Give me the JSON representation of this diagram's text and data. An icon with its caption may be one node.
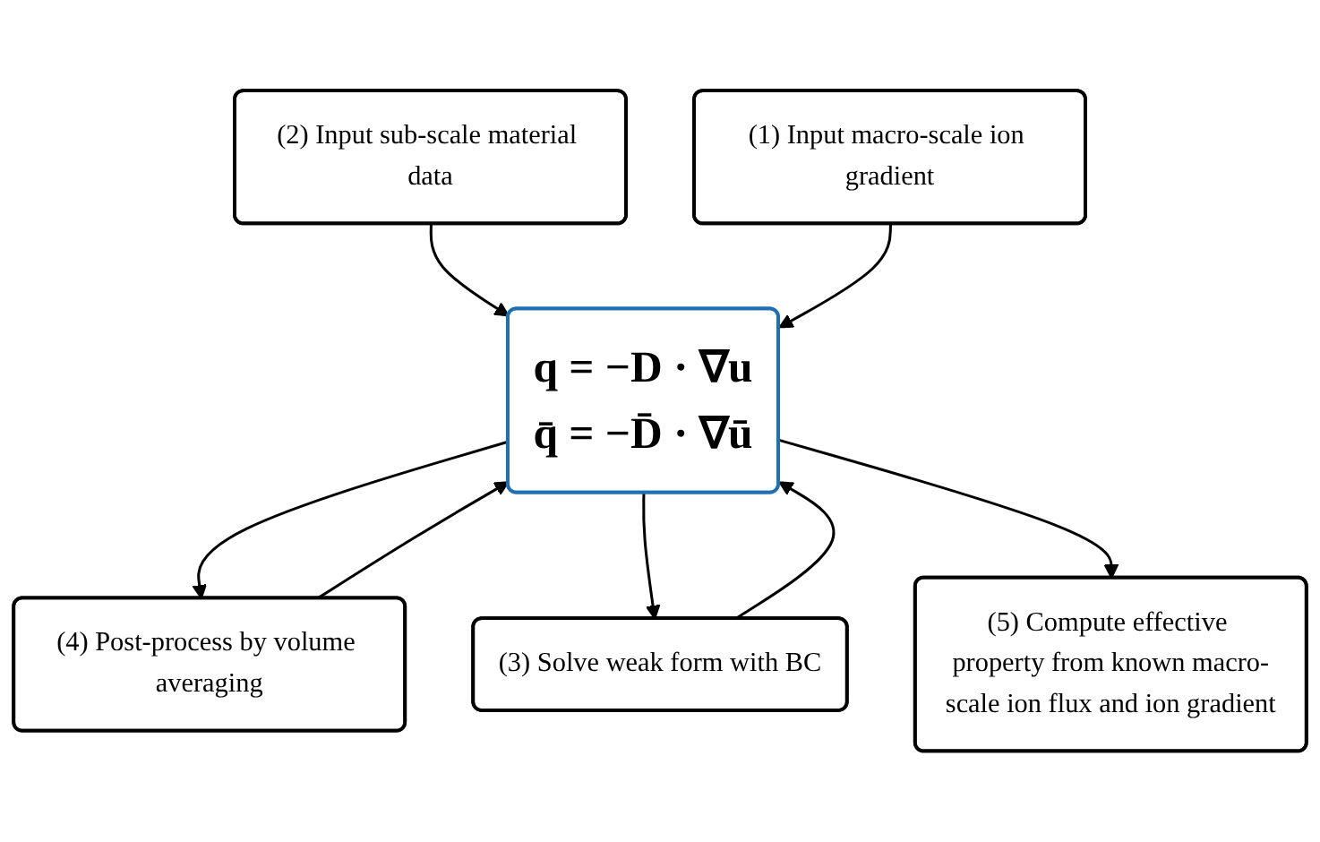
{
  "diagram": {
    "nodes": [
      {
        "text": [
          "(2) Input sub-scale material data"
        ]
      },
      {
        "text": [
          "(4) Post-process by volume averaging"
        ]
      },
      {
        "text": [
          "q = −D · ∇u",
          "q̄ = −D̄ · ∇ū"
        ]
      },
      {
        "text": [
          "(3) Solve weak form with BC"
        ]
      },
      {
        "text": [
          "(5) Compute effective property from known macro-scale ion flux and ion gradient"
        ]
      },
      {
        "text": [
          "(1) Input macro-scale ion gradient"
        ]
      }
    ],
    "edges": [
      {
        "from": 0,
        "to": 2,
        "arrow": "to"
      },
      {
        "from": 2,
        "to": 1,
        "arrow": "to"
      },
      {
        "from": 1,
        "to": 2,
        "arrow": "to"
      },
      {
        "from": 3,
        "to": 2,
        "arrow": "to"
      },
      {
        "from": 2,
        "to": 3,
        "arrow": "to"
      },
      {
        "from": 2,
        "to": 4,
        "arrow": "to"
      },
      {
        "from": 5,
        "to": 2,
        "arrow": "to"
      }
    ]
  }
}
